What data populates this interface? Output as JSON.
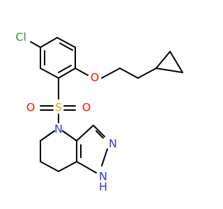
{
  "atoms": {
    "cl": "Cl",
    "o_ether": "O",
    "s": "S",
    "o_s1": "O",
    "o_s2": "O",
    "n_ring": "N",
    "n_pyrazole": "N",
    "nh_n": "N",
    "nh_h": "H"
  },
  "colors": {
    "cl": "#1f9d1f",
    "o": "#ff0d0d",
    "s": "#d4b000",
    "n": "#2b3bd6",
    "bond": "#000000"
  }
}
